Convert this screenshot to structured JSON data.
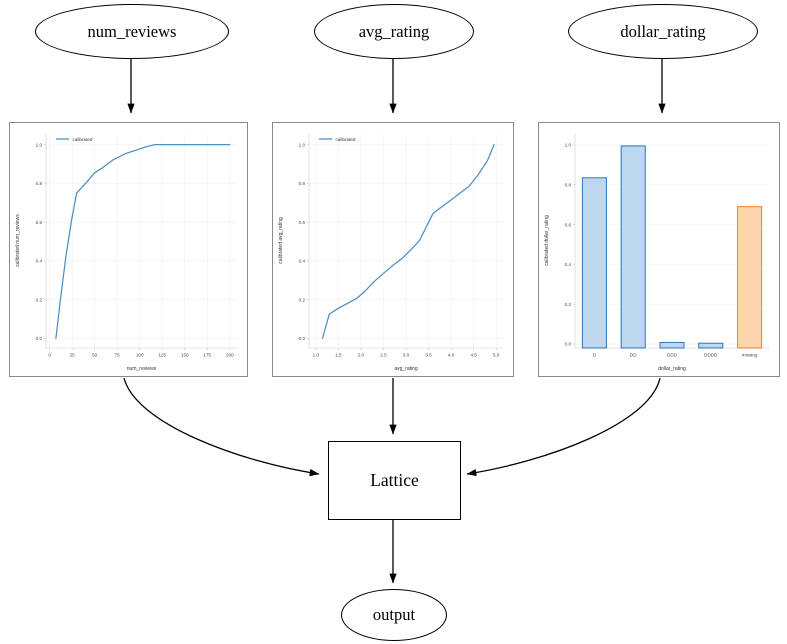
{
  "graph": {
    "input_nodes": [
      {
        "id": "num_reviews",
        "label": "num_reviews"
      },
      {
        "id": "avg_rating",
        "label": "avg_rating"
      },
      {
        "id": "dollar_rating",
        "label": "dollar_rating"
      }
    ],
    "lattice_node": {
      "id": "lattice",
      "label": "Lattice"
    },
    "output_node": {
      "id": "output",
      "label": "output"
    },
    "edge_color": "#000000"
  },
  "chart_data": [
    {
      "type": "line",
      "id": "num-reviews-calibrator",
      "title": "",
      "xlabel": "num_reviews",
      "ylabel": "calibrated num_reviews",
      "legend": [
        "calibrated"
      ],
      "legend_position": "upper-left",
      "grid": true,
      "line_color": "#4a90c4",
      "xlim": [
        -4,
        208
      ],
      "ylim": [
        -0.05,
        1.06
      ],
      "xticks": [
        0,
        25,
        50,
        75,
        100,
        125,
        150,
        175,
        200
      ],
      "xtick_labels": [
        "0",
        "25",
        "50",
        "75",
        "100",
        "125",
        "150",
        "175",
        "200"
      ],
      "yticks": [
        0.0,
        0.2,
        0.4,
        0.6,
        0.8,
        1.0
      ],
      "ytick_labels": [
        "0.0",
        "0.2",
        "0.4",
        "0.6",
        "0.8",
        "1.0"
      ],
      "x": [
        7,
        12,
        18,
        24,
        30,
        40,
        50,
        57,
        70,
        85,
        95,
        108,
        117,
        125,
        140,
        160,
        180,
        200
      ],
      "y": [
        0.0,
        0.2,
        0.42,
        0.6,
        0.75,
        0.8,
        0.855,
        0.875,
        0.92,
        0.955,
        0.97,
        0.99,
        1.0,
        1.0,
        1.0,
        1.0,
        1.0,
        1.0
      ]
    },
    {
      "type": "line",
      "id": "avg-rating-calibrator",
      "title": "",
      "xlabel": "avg_rating",
      "ylabel": "calibrated avg_rating",
      "legend": [
        "calibrated"
      ],
      "legend_position": "upper-left",
      "grid": true,
      "line_color": "#4a90c4",
      "xlim": [
        0.85,
        5.15
      ],
      "ylim": [
        -0.05,
        1.06
      ],
      "xticks": [
        1.0,
        1.5,
        2.0,
        2.5,
        3.0,
        3.5,
        4.0,
        4.5,
        5.0
      ],
      "xtick_labels": [
        "1.0",
        "1.5",
        "2.0",
        "2.5",
        "3.0",
        "3.5",
        "4.0",
        "4.5",
        "5.0"
      ],
      "yticks": [
        0.0,
        0.2,
        0.4,
        0.6,
        0.8,
        1.0
      ],
      "ytick_labels": [
        "0.0",
        "0.2",
        "0.4",
        "0.6",
        "0.8",
        "1.0"
      ],
      "x": [
        1.15,
        1.3,
        1.5,
        1.7,
        1.9,
        2.1,
        2.3,
        2.5,
        2.7,
        2.9,
        3.1,
        3.3,
        3.45,
        3.6,
        3.8,
        4.0,
        4.2,
        4.4,
        4.6,
        4.8,
        4.9,
        4.95
      ],
      "y": [
        0.0,
        0.125,
        0.155,
        0.18,
        0.205,
        0.245,
        0.295,
        0.335,
        0.375,
        0.41,
        0.455,
        0.505,
        0.575,
        0.645,
        0.68,
        0.715,
        0.75,
        0.785,
        0.845,
        0.915,
        0.97,
        1.0
      ]
    },
    {
      "type": "bar",
      "id": "dollar-rating-calibrator",
      "title": "",
      "xlabel": "dollar_rating",
      "ylabel": "calibrated dollar_rating",
      "grid": true,
      "categories": [
        "D",
        "DD",
        "DDD",
        "DDDD",
        "missing"
      ],
      "values": [
        0.835,
        0.995,
        0.008,
        0.002,
        0.69
      ],
      "bar_colors": [
        "#bdd7ee",
        "#bdd7ee",
        "#bdd7ee",
        "#bdd7ee",
        "#fcd5ad"
      ],
      "bar_edge_colors": [
        "#2e75b6",
        "#2e75b6",
        "#2e75b6",
        "#2e75b6",
        "#ed7d31"
      ],
      "ylim": [
        -0.02,
        1.06
      ],
      "yticks": [
        0.0,
        0.2,
        0.4,
        0.6,
        0.8,
        1.0
      ],
      "ytick_labels": [
        "0.0",
        "0.2",
        "0.4",
        "0.6",
        "0.8",
        "1.0"
      ]
    }
  ]
}
